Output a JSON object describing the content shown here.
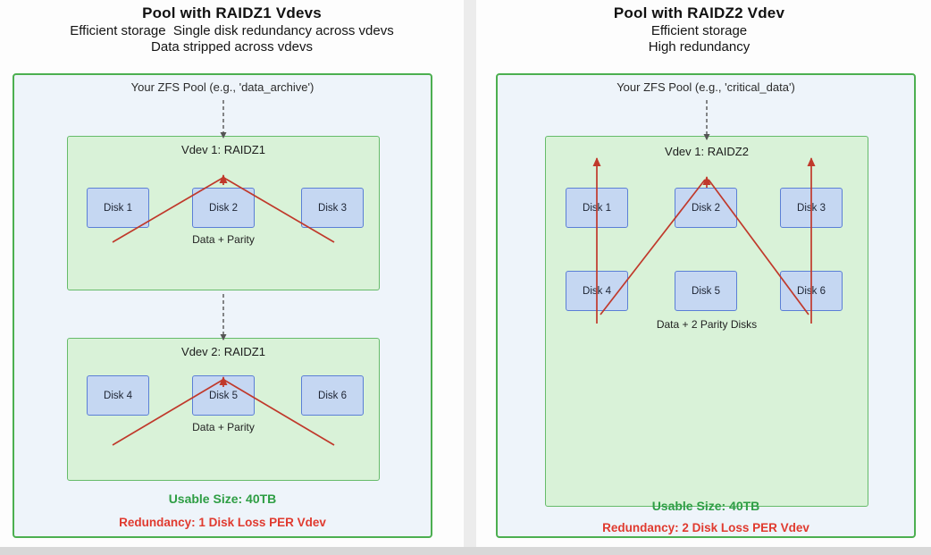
{
  "left": {
    "title": "Pool with RAIDZ1 Vdevs",
    "subtitle_line1": "Efficient storage  Single disk redundancy across vdevs",
    "subtitle_line2": "Data stripped across vdevs",
    "pool_label": "Your ZFS Pool (e.g., 'data_archive')",
    "vdev1": {
      "title": "Vdev 1: RAIDZ1",
      "disks": [
        "Disk 1",
        "Disk 2",
        "Disk 3"
      ],
      "caption": "Data + Parity"
    },
    "vdev2": {
      "title": "Vdev 2: RAIDZ1",
      "disks": [
        "Disk 4",
        "Disk 5",
        "Disk 6"
      ],
      "caption": "Data + Parity"
    },
    "usable_size": "Usable Size: 40TB",
    "redundancy": "Redundancy: 1 Disk Loss PER Vdev"
  },
  "right": {
    "title": "Pool with RAIDZ2 Vdev",
    "subtitle_line1": "Efficient storage",
    "subtitle_line2": "High redundancy",
    "pool_label": "Your ZFS Pool (e.g., 'critical_data')",
    "vdev1": {
      "title": "Vdev 1: RAIDZ2",
      "disks_row1": [
        "Disk 1",
        "Disk 2",
        "Disk 3"
      ],
      "disks_row2": [
        "Disk 4",
        "Disk 5",
        "Disk 6"
      ],
      "caption": "Data + 2 Parity Disks"
    },
    "usable_size": "Usable Size: 40TB",
    "redundancy": "Redundancy: 2 Disk Loss PER Vdev"
  },
  "colors": {
    "pool_fill": "#eef4fa",
    "pool_border": "#4caf50",
    "vdev_fill": "#d9f2d8",
    "vdev_border": "#66bb6a",
    "disk_fill": "#c5d7f2",
    "disk_border": "#5b7fd6",
    "usable_text": "#2e9e44",
    "redundancy_text": "#e03a2f",
    "arrow_red": "#c0392b",
    "arrow_dashed": "#555555"
  }
}
